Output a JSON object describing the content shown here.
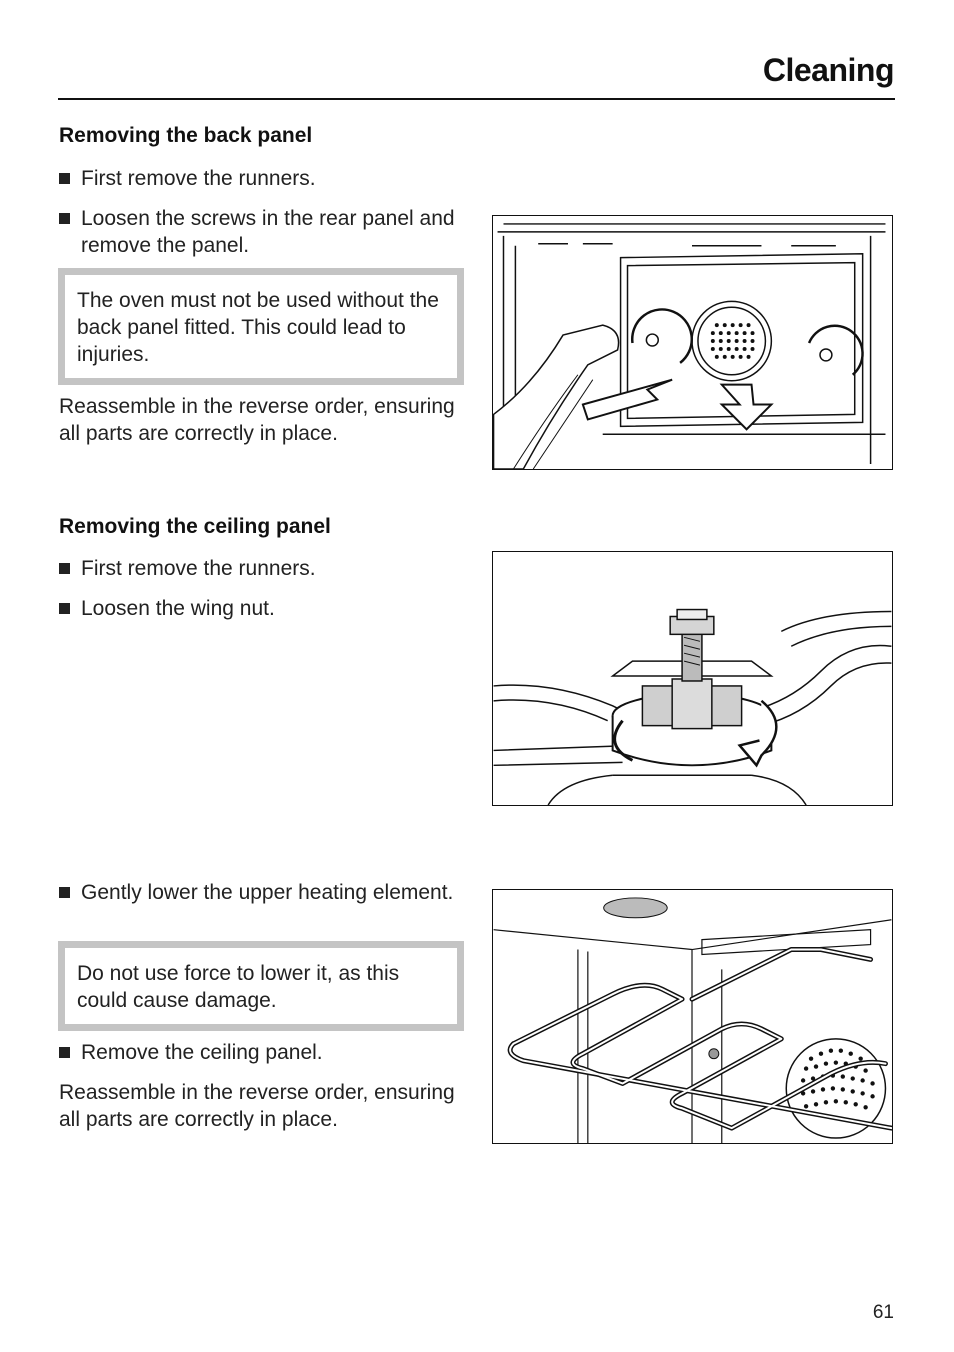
{
  "header": {
    "title": "Cleaning"
  },
  "back_panel": {
    "heading": "Removing the back panel",
    "steps": [
      "First remove the runners.",
      "Loosen the screws in the rear panel and remove the panel."
    ],
    "warning": "The oven must not be used without the back panel fitted. This could lead to injuries.",
    "reassemble": "Reassemble in the reverse order, ensuring all parts are correctly in place."
  },
  "ceiling_panel": {
    "heading": "Removing the ceiling panel",
    "steps": [
      "First remove the runners.",
      "Loosen the wing nut.",
      "Gently lower the upper heating element.",
      "Remove the ceiling panel."
    ],
    "warning": "Do not use force to lower it, as this could cause damage.",
    "reassemble": "Reassemble in the reverse order, ensuring all parts are correctly in place."
  },
  "footer": {
    "page_number": "61"
  }
}
